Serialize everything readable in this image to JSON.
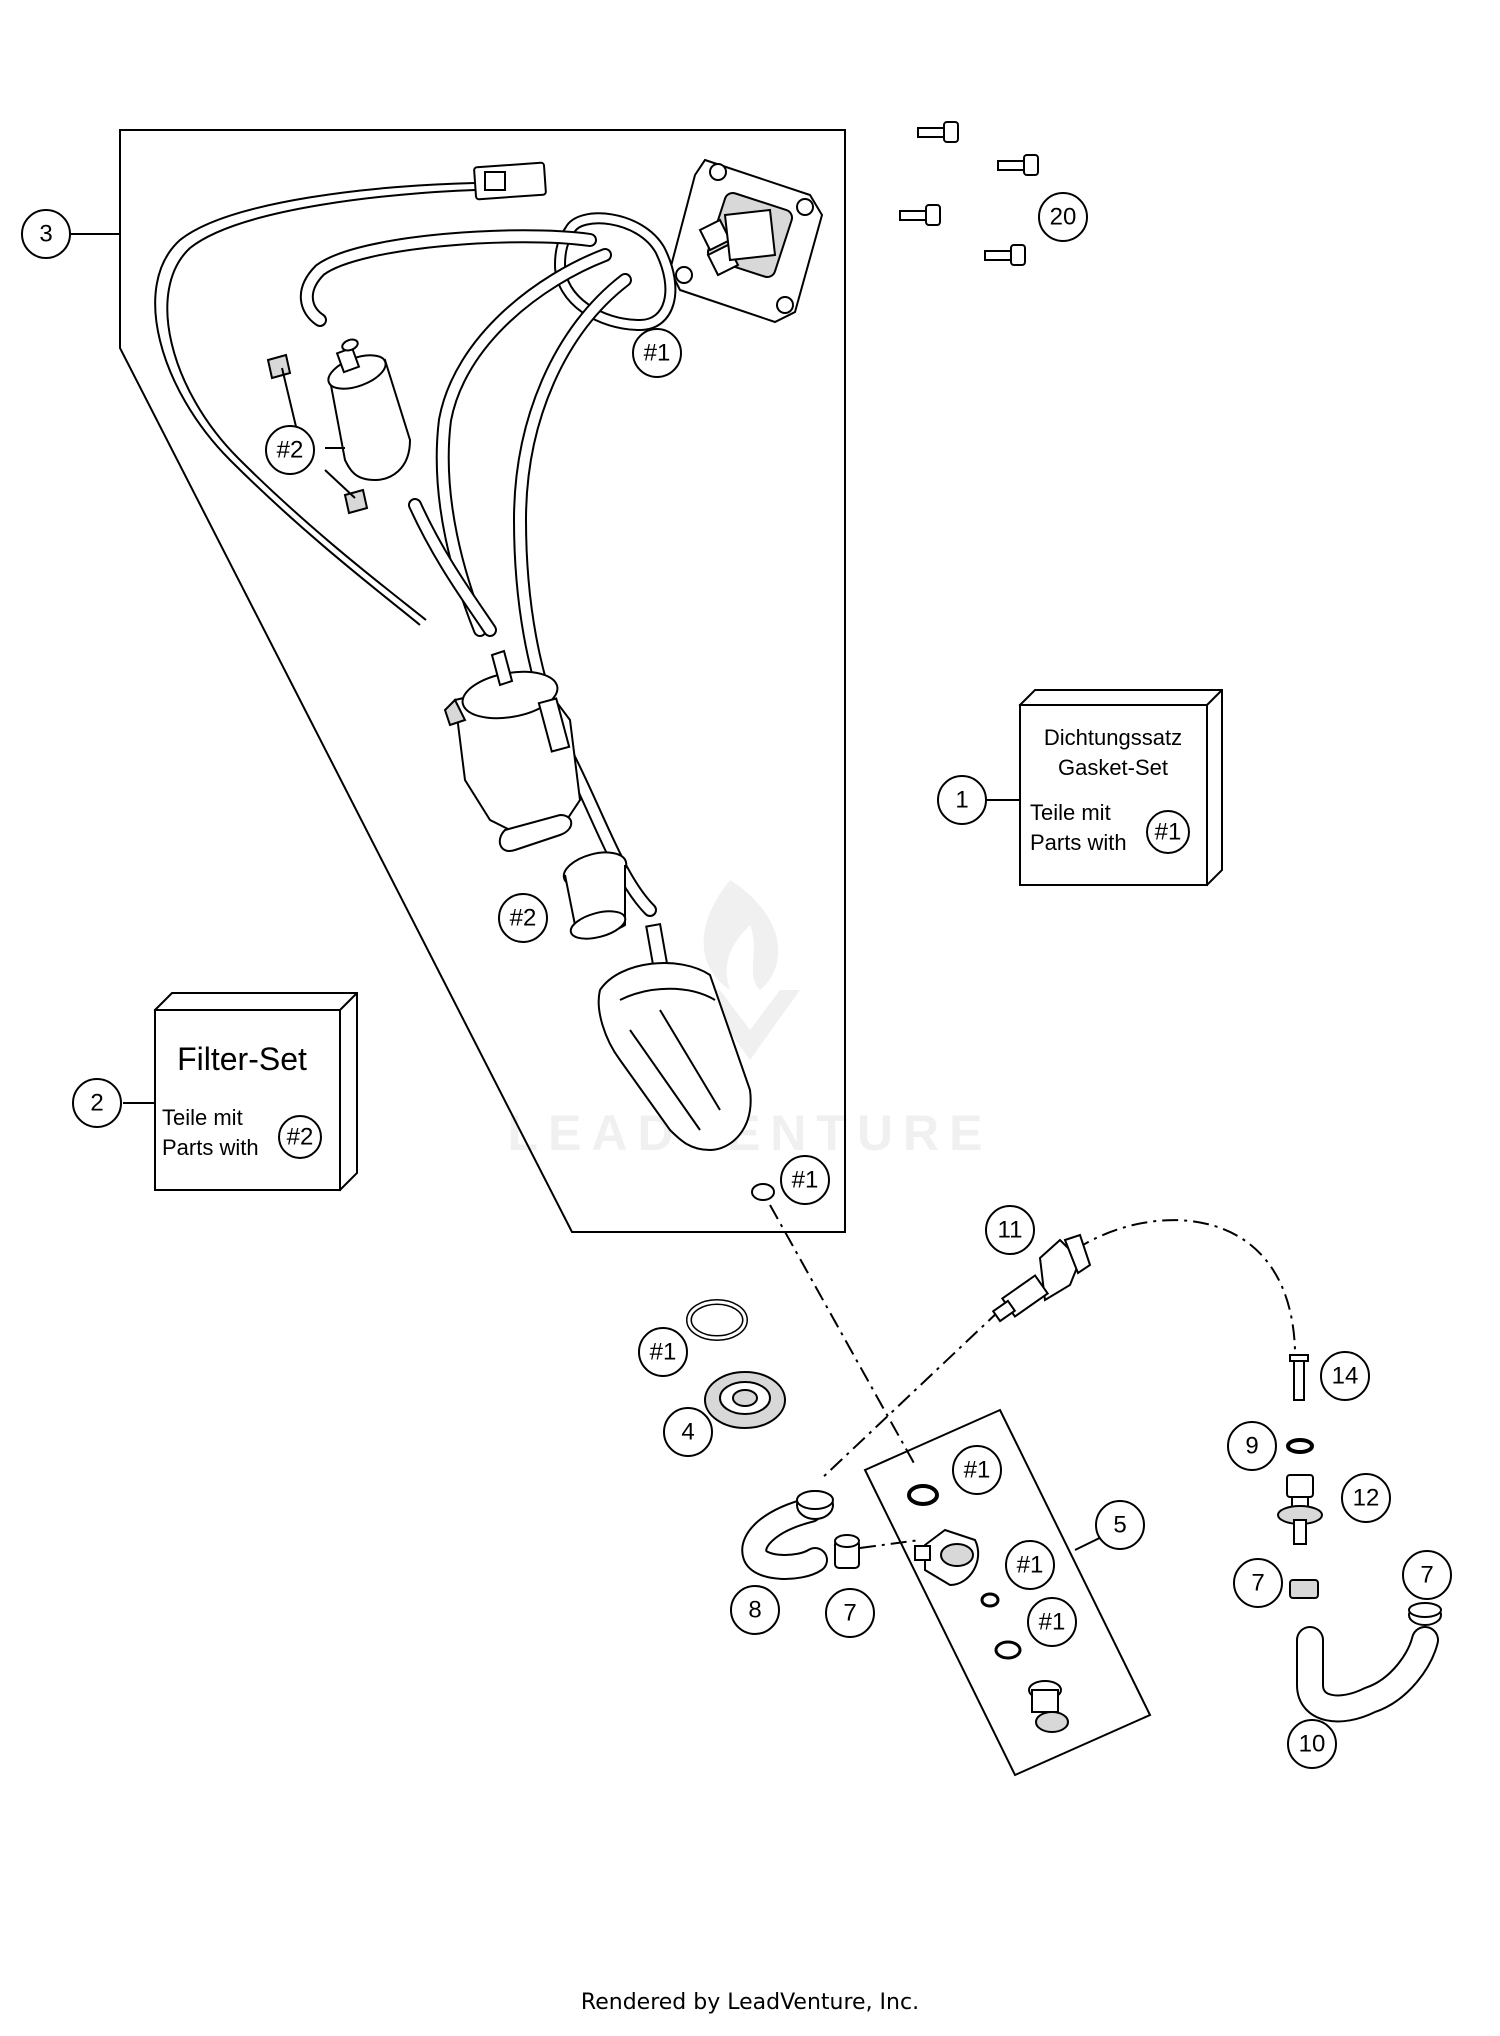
{
  "callouts": {
    "c1": "1",
    "c2": "2",
    "c3": "3",
    "c4": "4",
    "c5": "5",
    "c7a": "7",
    "c7b": "7",
    "c7c": "7",
    "c8": "8",
    "c9": "9",
    "c10": "10",
    "c11": "11",
    "c12": "12",
    "c14": "14",
    "c20": "20",
    "g1_top": "#1",
    "g1_bottom": "#1",
    "g1_left": "#1",
    "g1_block_a": "#1",
    "g1_block_b": "#1",
    "g1_block_c": "#1",
    "g2_upper": "#2",
    "g2_lower": "#2"
  },
  "gasket_box": {
    "line1": "Dichtungssatz",
    "line2": "Gasket-Set",
    "line3": "Teile mit",
    "line4": "Parts with",
    "badge": "#1"
  },
  "filter_box": {
    "title": "Filter-Set",
    "line1": "Teile mit",
    "line2": "Parts with",
    "badge": "#2"
  },
  "watermark": "LEADVENTURE",
  "footer": "Rendered by LeadVenture, Inc."
}
